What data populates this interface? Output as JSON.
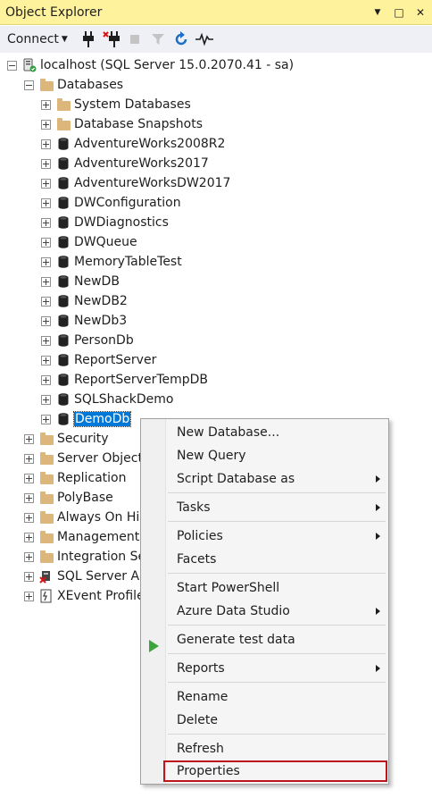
{
  "title_bar": {
    "title": "Object Explorer",
    "dropdown_glyph": "▼",
    "pin_glyph": "□",
    "close_glyph": "✕"
  },
  "toolbar": {
    "connect_label": "Connect",
    "connect_caret": "▼",
    "icons": [
      "connect-plug-icon",
      "disconnect-icon",
      "stop-icon",
      "filter-icon",
      "refresh-icon",
      "activity-monitor-icon"
    ]
  },
  "tree": {
    "server": "localhost (SQL Server 15.0.2070.41 - sa)",
    "databases_label": "Databases",
    "databases": [
      "System Databases",
      "Database Snapshots",
      "AdventureWorks2008R2",
      "AdventureWorks2017",
      "AdventureWorksDW2017",
      "DWConfiguration",
      "DWDiagnostics",
      "DWQueue",
      "MemoryTableTest",
      "NewDB",
      "NewDB2",
      "NewDb3",
      "PersonDb",
      "ReportServer",
      "ReportServerTempDB",
      "SQLShackDemo",
      "DemoDb"
    ],
    "server_nodes": [
      "Security",
      "Server Objects",
      "Replication",
      "PolyBase",
      "Always On High Availability",
      "Management",
      "Integration Services Catalogs",
      "SQL Server Agent",
      "XEvent Profiler"
    ]
  },
  "context_menu": {
    "items": [
      {
        "label": "New Database...",
        "submenu": false
      },
      {
        "label": "New Query",
        "submenu": false
      },
      {
        "label": "Script Database as",
        "submenu": true
      },
      {
        "label": "Tasks",
        "submenu": true
      },
      {
        "label": "Policies",
        "submenu": true
      },
      {
        "label": "Facets",
        "submenu": false
      },
      {
        "label": "Start PowerShell",
        "submenu": false
      },
      {
        "label": "Azure Data Studio",
        "submenu": true
      },
      {
        "label": "Generate test data",
        "submenu": false
      },
      {
        "label": "Reports",
        "submenu": true
      },
      {
        "label": "Rename",
        "submenu": false
      },
      {
        "label": "Delete",
        "submenu": false
      },
      {
        "label": "Refresh",
        "submenu": false
      },
      {
        "label": "Properties",
        "submenu": false
      }
    ]
  },
  "colors": {
    "title_bar": "#fff29d",
    "selection": "#0078d7",
    "highlight_border": "#c0141b",
    "generate_icon": "#3aa53a"
  }
}
